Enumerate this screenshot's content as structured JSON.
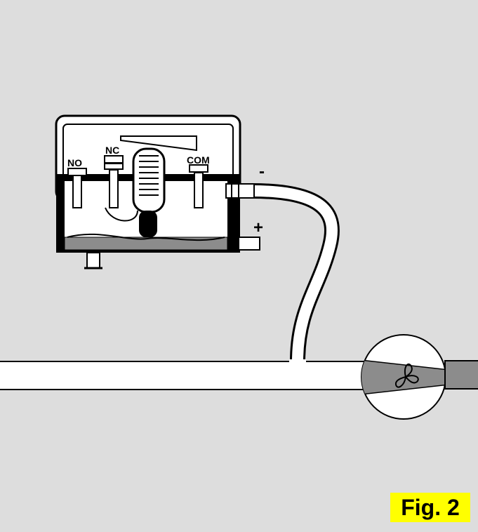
{
  "switch": {
    "terminal_no": "NO",
    "terminal_nc": "NC",
    "terminal_com": "COM",
    "port_negative": "-",
    "port_positive": "+"
  },
  "figure": {
    "label": "Fig. 2"
  },
  "colors": {
    "background": "#dddddd",
    "outline": "#000000",
    "pipe": "#ffffff",
    "flow": "#888888",
    "highlight": "#ffff00"
  }
}
